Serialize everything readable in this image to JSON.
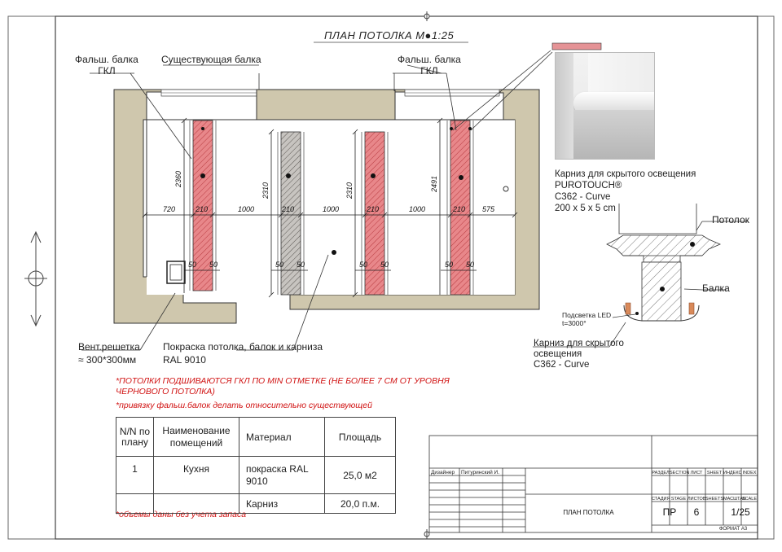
{
  "title": "ПЛАН ПОТОЛКА М●1:25",
  "labels": {
    "false_beam_left": [
      "Фальш. балка",
      "ГКЛ"
    ],
    "existing_beam": "Существующая балка",
    "false_beam_right": [
      "Фальш. балка",
      "ГКЛ"
    ],
    "vent_grille": [
      "Вент.решетка",
      "≈ 300*300мм"
    ],
    "painting": [
      "Покраска потолка, балок и карниза",
      "RAL 9010"
    ]
  },
  "dimensions": {
    "horizontal": [
      "720",
      "210",
      "1000",
      "210",
      "1000",
      "210",
      "1000",
      "210",
      "575"
    ],
    "vertical": [
      "2360",
      "2310",
      "2310",
      "2491"
    ],
    "offsets": [
      "50",
      "50",
      "50",
      "50",
      "50",
      "50",
      "50",
      "50"
    ]
  },
  "cornice": {
    "title_lines": [
      "Карниз для скрытого освещения",
      "PUROTOUCH®",
      "C362 - Curve",
      "200 x 5 x 5 cm"
    ]
  },
  "section": {
    "ceiling": "Потолок",
    "beam": "Балка",
    "led": [
      "Подсветка LED",
      "t=3000°"
    ],
    "cornice_lines": [
      "Карниз для скрытого",
      "освещения",
      "C362 - Curve"
    ]
  },
  "notes": {
    "note1": [
      "*ПОТОЛКИ ПОДШИВАЮТСЯ ГКЛ ПО MIN ОТМЕТКЕ (НЕ БОЛЕЕ 7 СМ ОТ УРОВНЯ",
      "ЧЕРНОВОГО ПОТОЛКА)"
    ],
    "note2": "*привязку фальш.балок делать относительно существующей",
    "note3": "*объемы даны без учета запаса"
  },
  "schedule": {
    "headers": [
      "N/N по плану",
      "Наименование помещений",
      "Материал",
      "Площадь"
    ],
    "rows": [
      {
        "num": "1",
        "room": "Кухня",
        "material": "покраска RAL 9010",
        "area": "25,0 м2"
      },
      {
        "num": "",
        "room": "",
        "material": "Карниз",
        "area": "20,0 п.м."
      }
    ]
  },
  "stamp": {
    "role": "Дизайнер",
    "name": "Питуринский И.",
    "header_cells": [
      "РАЗДЕЛ",
      "SECTION",
      "ЛИСТ",
      "SHEET",
      "ИНДЕКС",
      "INDEX"
    ],
    "header_cells2": [
      "СТАДИЯ",
      "STAGE",
      "ЛИСТОВ",
      "SHEETS",
      "МАСШТАБ",
      "SCALE"
    ],
    "sheet_title": "ПЛАН ПОТОЛКА",
    "stage": "ПР",
    "sheet": "6",
    "scale": "1/25",
    "format": "ФОРМАТ  А3"
  }
}
